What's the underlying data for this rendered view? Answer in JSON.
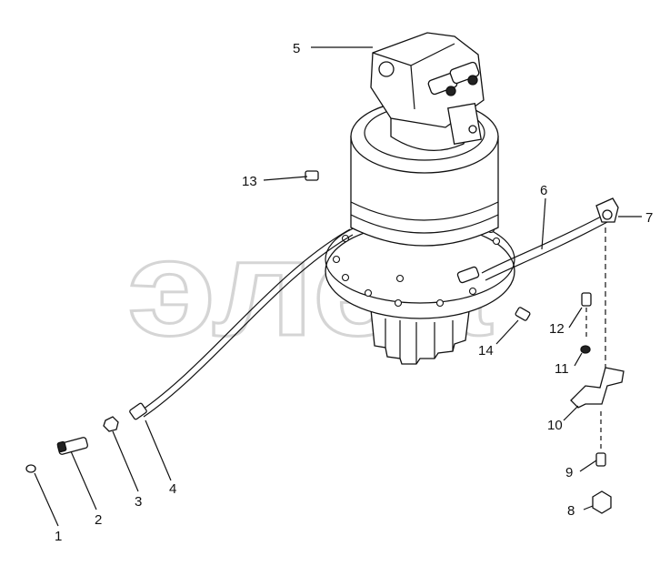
{
  "watermark": {
    "text": "элеа",
    "tm": "TM"
  },
  "callouts": [
    {
      "id": "1",
      "label": "1"
    },
    {
      "id": "2",
      "label": "2"
    },
    {
      "id": "3",
      "label": "3"
    },
    {
      "id": "4",
      "label": "4"
    },
    {
      "id": "5",
      "label": "5"
    },
    {
      "id": "6",
      "label": "6"
    },
    {
      "id": "7",
      "label": "7"
    },
    {
      "id": "8",
      "label": "8"
    },
    {
      "id": "9",
      "label": "9"
    },
    {
      "id": "10",
      "label": "10"
    },
    {
      "id": "11",
      "label": "11"
    },
    {
      "id": "12",
      "label": "12"
    },
    {
      "id": "13",
      "label": "13"
    },
    {
      "id": "14",
      "label": "14"
    }
  ],
  "colors": {
    "line": "#111111",
    "watermark": "#c8c8c8",
    "background": "#ffffff"
  }
}
